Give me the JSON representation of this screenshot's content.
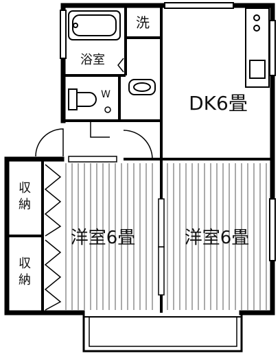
{
  "rooms": {
    "dk": "DK6畳",
    "western_left": "洋室6畳",
    "western_right": "洋室6畳",
    "bath": "浴室",
    "wash": "洗",
    "wc": "W",
    "storage_top": "収納",
    "storage_bottom": "収納"
  },
  "colors": {
    "wall": "#000000",
    "floor_lines": "#555555",
    "background": "#ffffff"
  }
}
